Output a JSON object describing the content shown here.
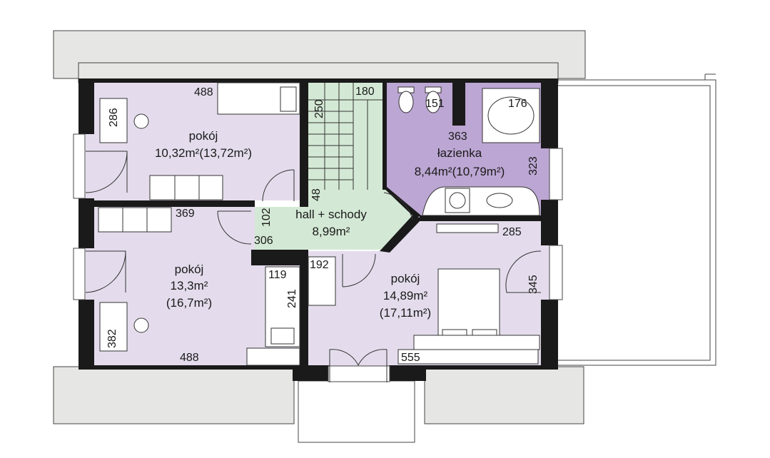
{
  "rooms": {
    "bedroom_top_left": {
      "name": "pokój",
      "area": "10,32m²(13,72m²)"
    },
    "bedroom_bottom_left": {
      "name": "pokój",
      "area_1": "13,3m²",
      "area_2": "(16,7m²)"
    },
    "hall": {
      "name": "hall + schody",
      "area": "8,99m²"
    },
    "bathroom": {
      "name": "łazienka",
      "area": "8,44m²(10,79m²)"
    },
    "bedroom_right": {
      "name": "pokój",
      "area_1": "14,89m²",
      "area_2": "(17,11m²)"
    }
  },
  "dimensions": {
    "d488_top": "488",
    "d286": "286",
    "d250": "250",
    "d180": "180",
    "d151": "151",
    "d176": "176",
    "d363": "363",
    "d323": "323",
    "d48": "48",
    "d369": "369",
    "d102": "102",
    "d306": "306",
    "d285": "285",
    "d119": "119",
    "d241": "241",
    "d192": "192",
    "d345": "345",
    "d382": "382",
    "d488_bottom": "488",
    "d555": "555"
  },
  "colors": {
    "bedroom": "#e4dcec",
    "bathroom": "#bca6d3",
    "hall": "#d4e9d5",
    "roof": "#e6e7e5",
    "wall": "#1a1a1a",
    "furniture": "#ffffff"
  }
}
